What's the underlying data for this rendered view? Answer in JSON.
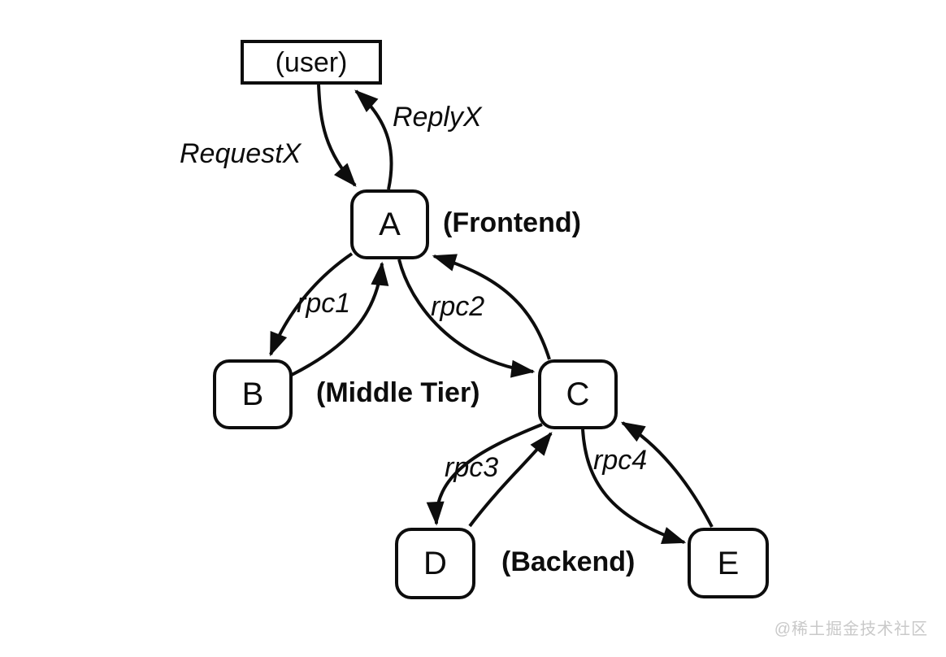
{
  "diagram": {
    "type": "rpc-call-tree",
    "nodes": {
      "user": {
        "label": "(user)",
        "shape": "rectangle"
      },
      "a": {
        "label": "A",
        "shape": "rounded-box",
        "tier": "Frontend"
      },
      "b": {
        "label": "B",
        "shape": "rounded-box",
        "tier": "Middle Tier"
      },
      "c": {
        "label": "C",
        "shape": "rounded-box",
        "tier": "Middle Tier"
      },
      "d": {
        "label": "D",
        "shape": "rounded-box",
        "tier": "Backend"
      },
      "e": {
        "label": "E",
        "shape": "rounded-box",
        "tier": "Backend"
      }
    },
    "tier_labels": {
      "frontend": "(Frontend)",
      "middle": "(Middle Tier)",
      "backend": "(Backend)"
    },
    "edge_labels": {
      "request": "RequestX",
      "reply": "ReplyX",
      "rpc1": "rpc1",
      "rpc2": "rpc2",
      "rpc3": "rpc3",
      "rpc4": "rpc4"
    },
    "edges": [
      {
        "from": "(user)",
        "to": "A",
        "label": "RequestX",
        "type": "call"
      },
      {
        "from": "A",
        "to": "(user)",
        "label": "ReplyX",
        "type": "return"
      },
      {
        "from": "A",
        "to": "B",
        "label": "rpc1",
        "type": "call-and-return"
      },
      {
        "from": "A",
        "to": "C",
        "label": "rpc2",
        "type": "call-and-return"
      },
      {
        "from": "C",
        "to": "D",
        "label": "rpc3",
        "type": "call-and-return"
      },
      {
        "from": "C",
        "to": "E",
        "label": "rpc4",
        "type": "call-and-return"
      }
    ],
    "colors": {
      "line": "#0d0d0d",
      "background": "#ffffff",
      "watermark": "#c9c9c9"
    }
  },
  "watermark": {
    "text": "@稀土掘金技术社区"
  }
}
